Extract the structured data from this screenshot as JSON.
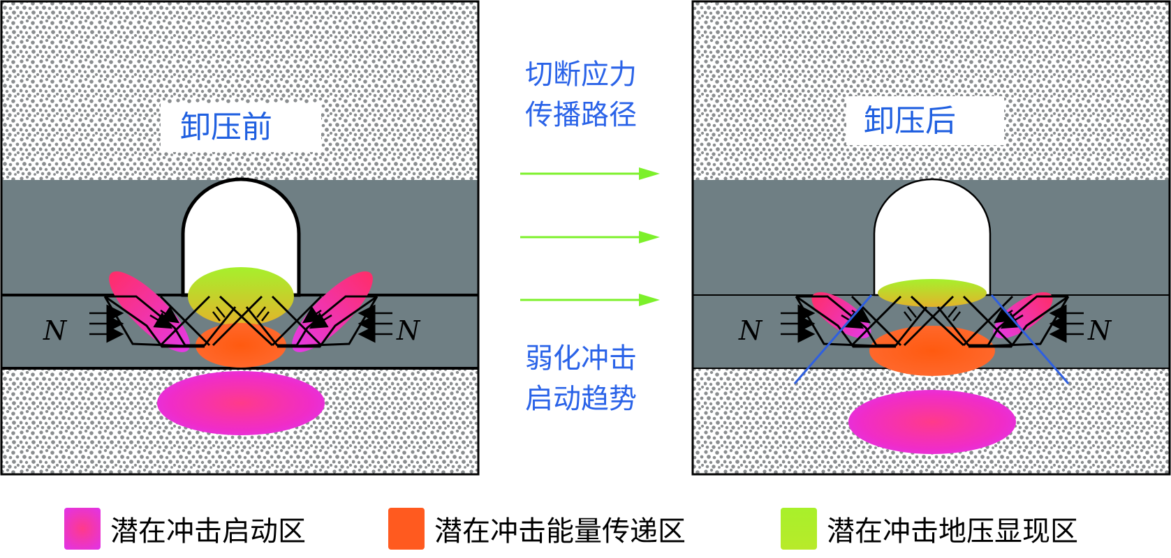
{
  "before_panel": {
    "label": "卸压前"
  },
  "after_panel": {
    "label": "卸压后"
  },
  "middle_text": {
    "top_line1": "切断应力",
    "top_line2": "传播路径",
    "bottom_line1": "弱化冲击",
    "bottom_line2": "启动趋势"
  },
  "force_symbol": "N",
  "legend": [
    {
      "label": "潜在冲击启动区",
      "color": "#ee2fd8"
    },
    {
      "label": "潜在冲击能量传递区",
      "color": "#ff5a1f"
    },
    {
      "label": "潜在冲击地压显现区",
      "color": "#a8f02a"
    }
  ],
  "colors": {
    "rock_texture": "#8a8d8f",
    "coal_band": "#6f7f84",
    "arrow": "#7cf02a",
    "cut_line": "#2e5fe0",
    "label_text": "#1f5fe0"
  }
}
